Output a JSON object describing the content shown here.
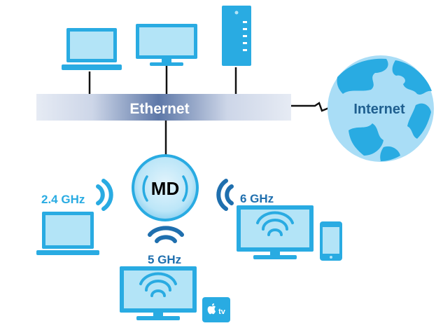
{
  "labels": {
    "ethernet": "Ethernet",
    "internet": "Internet",
    "md": "MD",
    "band_24": "2.4 GHz",
    "band_5": "5 GHz",
    "band_6": "6 GHz",
    "tv_badge": "tv"
  },
  "colors": {
    "device_fill": "#29ABE2",
    "screen_fill": "#B3E4F7",
    "device_dark": "#1B8FC8",
    "band_24": "#29ABE2",
    "band_5": "#1F6FAE",
    "band_6": "#1F6FAE",
    "globe_ocean": "#A9DDF6",
    "globe_land": "#29ABE2",
    "ethernet_bar_light": "#E6EBF4",
    "ethernet_bar_dark": "#6680AE",
    "wire": "#111111"
  },
  "icons": [
    "laptop-icon",
    "desktop-monitor-icon",
    "server-tower-icon",
    "globe-icon",
    "access-point-icon",
    "wifi-icon",
    "tv-monitor-icon",
    "smartphone-icon",
    "apple-tv-icon"
  ]
}
